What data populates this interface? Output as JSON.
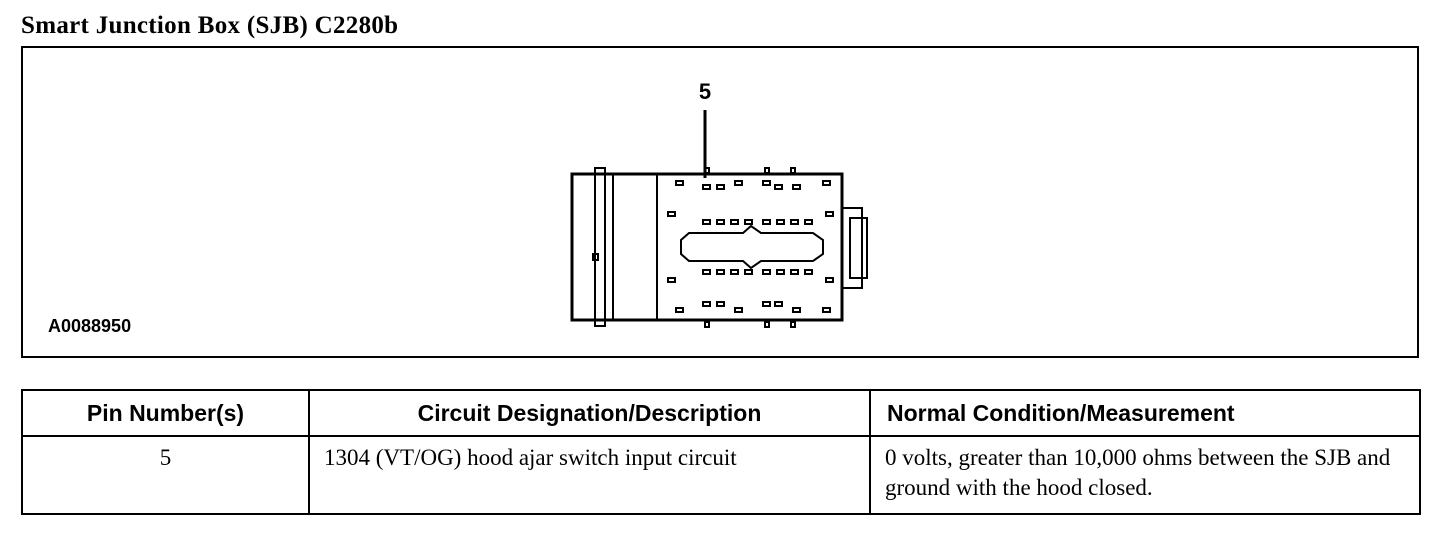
{
  "document": {
    "title": "Smart Junction Box (SJB) C2280b"
  },
  "figure": {
    "id_label": "A0088950",
    "pin_callout": "5"
  },
  "pin_table": {
    "headers": [
      "Pin Number(s)",
      "Circuit Designation/Description",
      "Normal Condition/Measurement"
    ],
    "rows": [
      {
        "pin": "5",
        "circuit": "1304 (VT/OG) hood ajar switch input circuit",
        "condition": "0 volts, greater than 10,000 ohms between the SJB and ground with the hood closed."
      }
    ]
  }
}
